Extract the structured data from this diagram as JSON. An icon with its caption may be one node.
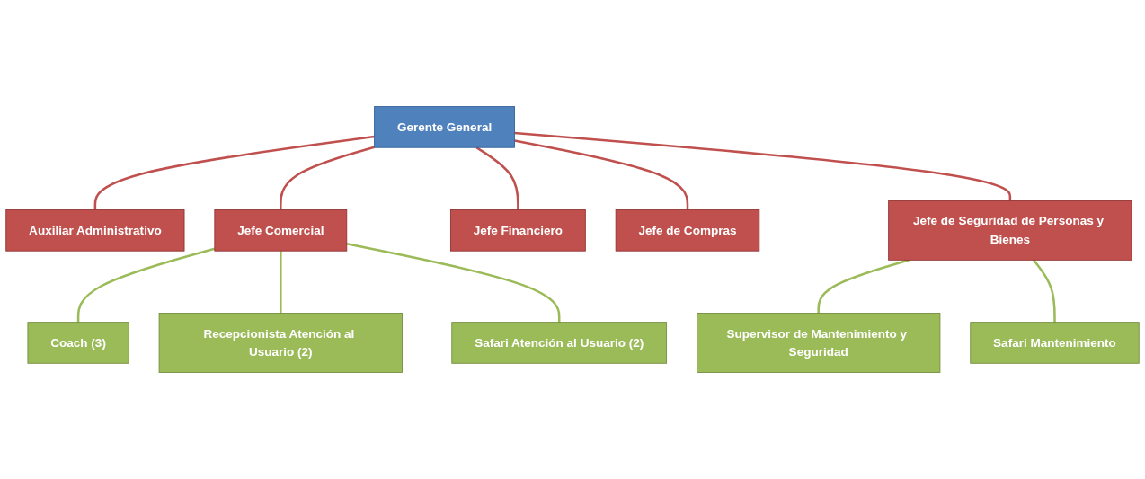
{
  "diagram": {
    "nodes": [
      {
        "text": [
          "Gerente General"
        ]
      },
      {
        "text": [
          "Auxiliar Administrativo"
        ]
      },
      {
        "text": [
          "Jefe Comercial"
        ]
      },
      {
        "text": [
          "Jefe Financiero"
        ]
      },
      {
        "text": [
          "Jefe de Compras"
        ]
      },
      {
        "text": [
          "Jefe de Seguridad de Personas y Bienes"
        ]
      },
      {
        "text": [
          "Coach (3)"
        ]
      },
      {
        "text": [
          "Recepcionista Atención al Usuario (2)"
        ]
      },
      {
        "text": [
          "Safari Atención al Usuario (2)"
        ]
      },
      {
        "text": [
          "Supervisor de Mantenimiento y Seguridad"
        ]
      },
      {
        "text": [
          "Safari Mantenimiento"
        ]
      }
    ],
    "edges": [
      {
        "from": 0,
        "to": 1,
        "arrow": "none",
        "color": "#c0504d"
      },
      {
        "from": 0,
        "to": 2,
        "arrow": "none",
        "color": "#c0504d"
      },
      {
        "from": 0,
        "to": 3,
        "arrow": "none",
        "color": "#c0504d"
      },
      {
        "from": 0,
        "to": 4,
        "arrow": "none",
        "color": "#c0504d"
      },
      {
        "from": 0,
        "to": 5,
        "arrow": "none",
        "color": "#c0504d"
      },
      {
        "from": 2,
        "to": 6,
        "arrow": "none",
        "color": "#9bbb59"
      },
      {
        "from": 2,
        "to": 7,
        "arrow": "none",
        "color": "#9bbb59"
      },
      {
        "from": 2,
        "to": 8,
        "arrow": "none",
        "color": "#9bbb59"
      },
      {
        "from": 5,
        "to": 9,
        "arrow": "none",
        "color": "#9bbb59"
      },
      {
        "from": 5,
        "to": 10,
        "arrow": "none",
        "color": "#9bbb59"
      }
    ]
  }
}
